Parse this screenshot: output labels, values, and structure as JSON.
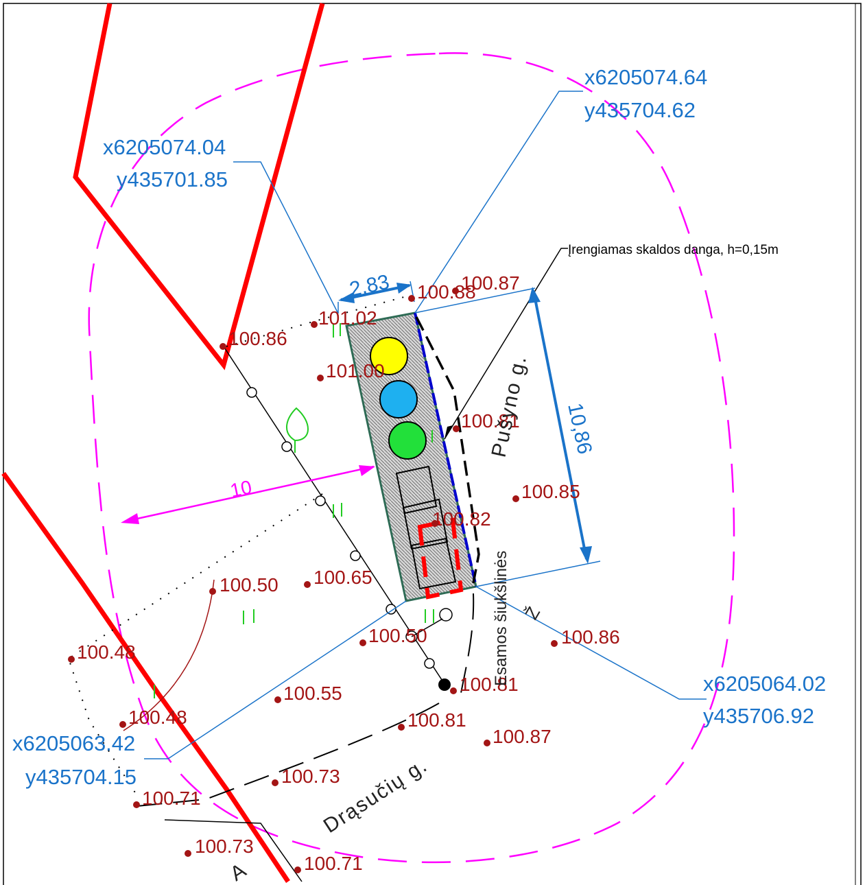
{
  "drawing": {
    "colors": {
      "boundary": "#ff0000",
      "zone": "#ff00ff",
      "leader": "#1a73c9",
      "elevation": "#a31515",
      "pad_border": "#2e6b55",
      "bin_yellow": "#ffff00",
      "bin_blue": "#1eb0f0",
      "bin_green": "#22e03a",
      "symbol_green": "#22cc22"
    },
    "coordinates": [
      {
        "x": "x6205074.04",
        "y": "y435701.85"
      },
      {
        "x": "x6205074.64",
        "y": "y435704.62"
      },
      {
        "x": "x6205064.02",
        "y": "y435706.92"
      },
      {
        "x": "x6205063.42",
        "y": "y435704.15"
      }
    ],
    "elevations": [
      "100.87",
      "100.88",
      "101.02",
      "100.86",
      "101.00",
      "100.81",
      "100.85",
      "100.82",
      "100.50",
      "100.65",
      "100.86",
      "100.50",
      "100.48",
      "100.55",
      "100.81",
      "100.48",
      "100.81",
      "100.87",
      "100.73",
      "100.71",
      "100.73",
      "100.71"
    ],
    "dimensions": {
      "width": "2,83",
      "length": "10,86",
      "distance": "10"
    },
    "streets": {
      "pusyno": "Pušyno g.",
      "drasuciu": "Drąsučių g.",
      "a": "A"
    },
    "labels": {
      "note": "Įrengiamas skaldos danga, h=0,15m",
      "bins": "Esamos šiukšlinės",
      "north": "Ž"
    }
  }
}
